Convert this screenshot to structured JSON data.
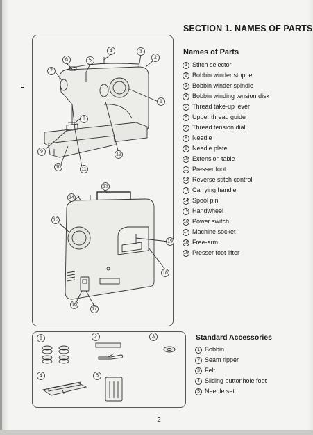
{
  "section_title": "SECTION 1. NAMES OF PARTS",
  "names_heading": "Names of Parts",
  "parts": [
    {
      "num": "1",
      "label": "Stitch selector"
    },
    {
      "num": "2",
      "label": "Bobbin winder stopper"
    },
    {
      "num": "3",
      "label": "Bobbin winder spindle"
    },
    {
      "num": "4",
      "label": "Bobbin winding tension disk"
    },
    {
      "num": "5",
      "label": "Thread take-up lever"
    },
    {
      "num": "6",
      "label": "Upper thread guide"
    },
    {
      "num": "7",
      "label": "Thread tension dial"
    },
    {
      "num": "8",
      "label": "Needle"
    },
    {
      "num": "9",
      "label": "Needle plate"
    },
    {
      "num": "10",
      "label": "Extension table"
    },
    {
      "num": "11",
      "label": "Presser foot"
    },
    {
      "num": "12",
      "label": "Reverse stitch control"
    },
    {
      "num": "13",
      "label": "Carrying handle"
    },
    {
      "num": "14",
      "label": "Spool pin"
    },
    {
      "num": "15",
      "label": "Handwheel"
    },
    {
      "num": "16",
      "label": "Power switch"
    },
    {
      "num": "17",
      "label": "Machine socket"
    },
    {
      "num": "18",
      "label": "Free-arm"
    },
    {
      "num": "19",
      "label": "Presser foot lifter"
    }
  ],
  "accessories_heading": "Standard Accessories",
  "accessories": [
    {
      "num": "1",
      "label": "Bobbin"
    },
    {
      "num": "2",
      "label": "Seam ripper"
    },
    {
      "num": "3",
      "label": "Felt"
    },
    {
      "num": "4",
      "label": "Sliding buttonhole foot"
    },
    {
      "num": "5",
      "label": "Needle set"
    }
  ],
  "callouts": {
    "c1": "1",
    "c2": "2",
    "c3": "3",
    "c4": "4",
    "c5": "5",
    "c6": "6",
    "c7": "7",
    "c8": "8",
    "c9": "9",
    "c10": "10",
    "c11": "11",
    "c12": "12",
    "c13": "13",
    "c14": "14",
    "c15": "15",
    "c16": "16",
    "c17": "17",
    "c18": "18",
    "c19": "19",
    "a1": "1",
    "a2": "2",
    "a3": "3",
    "a4": "4",
    "a5": "5"
  },
  "page_number": "2"
}
